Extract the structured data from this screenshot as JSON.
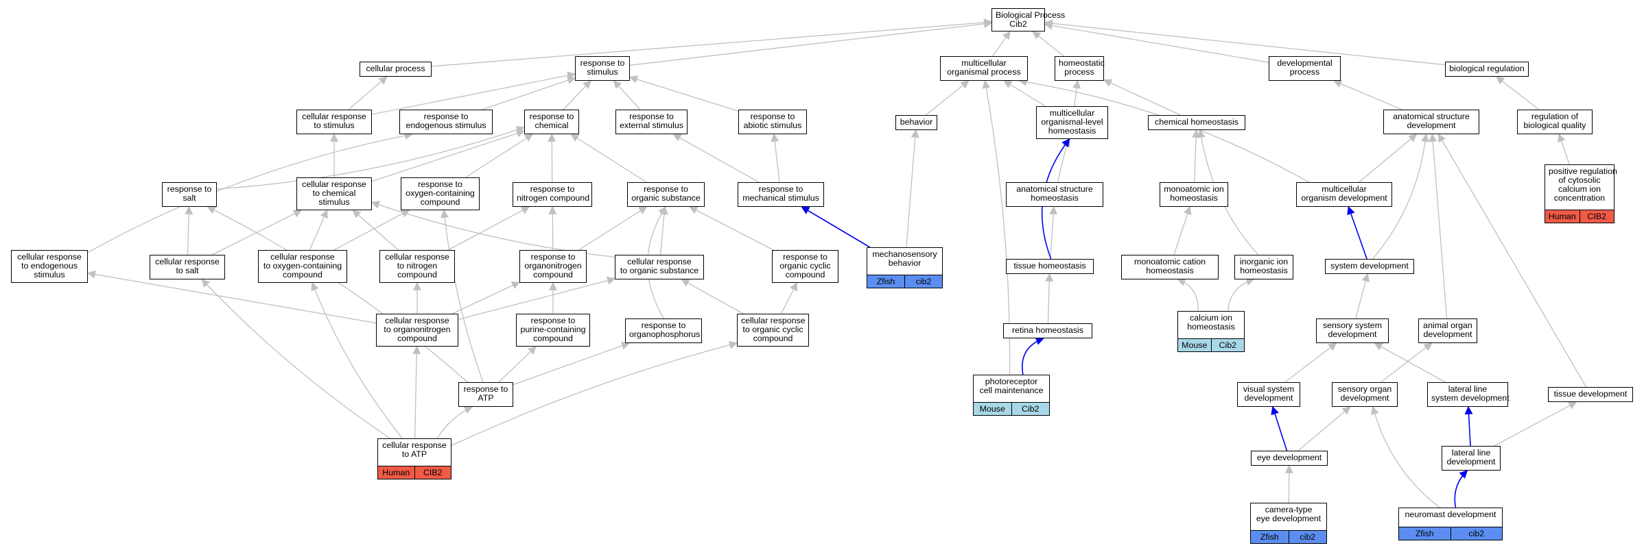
{
  "nodes": {
    "biological_process": [
      "Biological Process",
      "Cib2"
    ],
    "cellular_process": [
      "cellular process"
    ],
    "response_to_stimulus": [
      "response to",
      "stimulus"
    ],
    "multicellular_organismal_process": [
      "multicellular",
      "organismal process"
    ],
    "homeostatic_process": [
      "homeostatic",
      "process"
    ],
    "developmental_process": [
      "developmental",
      "process"
    ],
    "biological_regulation": [
      "biological regulation"
    ],
    "cellular_response_to_stimulus": [
      "cellular response",
      "to stimulus"
    ],
    "response_to_endogenous_stimulus": [
      "response to",
      "endogenous stimulus"
    ],
    "response_to_chemical": [
      "response to",
      "chemical"
    ],
    "response_to_external_stimulus": [
      "response to",
      "external stimulus"
    ],
    "response_to_abiotic_stimulus": [
      "response to",
      "abiotic stimulus"
    ],
    "behavior": [
      "behavior"
    ],
    "multicellular_organismal_level_homeostasis": [
      "multicellular",
      "organismal-level",
      "homeostasis"
    ],
    "chemical_homeostasis": [
      "chemical homeostasis"
    ],
    "anatomical_structure_development": [
      "anatomical structure",
      "development"
    ],
    "regulation_of_biological_quality": [
      "regulation of",
      "biological quality"
    ],
    "response_to_salt": [
      "response to",
      "salt"
    ],
    "cellular_response_to_chemical_stimulus": [
      "cellular response",
      "to chemical",
      "stimulus"
    ],
    "response_to_oxygen_containing_compound": [
      "response to",
      "oxygen-containing",
      "compound"
    ],
    "response_to_nitrogen_compound": [
      "response to",
      "nitrogen compound"
    ],
    "response_to_organic_substance": [
      "response to",
      "organic substance"
    ],
    "response_to_mechanical_stimulus": [
      "response to",
      "mechanical stimulus"
    ],
    "anatomical_structure_homeostasis": [
      "anatomical structure",
      "homeostasis"
    ],
    "monoatomic_ion_homeostasis": [
      "monoatomic ion",
      "homeostasis"
    ],
    "multicellular_organism_development": [
      "multicellular",
      "organism development"
    ],
    "positive_regulation_cytosolic_calcium": [
      "positive regulation",
      "of cytosolic",
      "calcium ion",
      "concentration"
    ],
    "cellular_response_to_endogenous_stimulus": [
      "cellular response",
      "to endogenous",
      "stimulus"
    ],
    "cellular_response_to_salt": [
      "cellular response",
      "to salt"
    ],
    "cellular_response_to_oxygen_containing_compound": [
      "cellular response",
      "to oxygen-containing",
      "compound"
    ],
    "cellular_response_to_nitrogen_compound": [
      "cellular response",
      "to nitrogen",
      "compound"
    ],
    "response_to_organonitrogen_compound": [
      "response to",
      "organonitrogen",
      "compound"
    ],
    "cellular_response_to_organic_substance": [
      "cellular response",
      "to organic substance"
    ],
    "response_to_organic_cyclic_compound": [
      "response to",
      "organic cyclic",
      "compound"
    ],
    "mechanosensory_behavior": [
      "mechanosensory",
      "behavior"
    ],
    "tissue_homeostasis": [
      "tissue homeostasis"
    ],
    "monoatomic_cation_homeostasis": [
      "monoatomic cation",
      "homeostasis"
    ],
    "inorganic_ion_homeostasis": [
      "inorganic ion",
      "homeostasis"
    ],
    "system_development": [
      "system development"
    ],
    "cellular_response_to_organonitrogen_compound": [
      "cellular response",
      "to organonitrogen",
      "compound"
    ],
    "response_to_purine_containing_compound": [
      "response to",
      "purine-containing",
      "compound"
    ],
    "response_to_organophosphorus": [
      "response to",
      "organophosphorus"
    ],
    "cellular_response_to_organic_cyclic_compound": [
      "cellular response",
      "to organic cyclic",
      "compound"
    ],
    "calcium_ion_homeostasis": [
      "calcium ion",
      "homeostasis"
    ],
    "retina_homeostasis": [
      "retina homeostasis"
    ],
    "sensory_system_development": [
      "sensory system",
      "development"
    ],
    "animal_organ_development": [
      "animal organ",
      "development"
    ],
    "response_to_atp": [
      "response to",
      "ATP"
    ],
    "photoreceptor_cell_maintenance": [
      "photoreceptor",
      "cell maintenance"
    ],
    "visual_system_development": [
      "visual system",
      "development"
    ],
    "sensory_organ_development": [
      "sensory organ",
      "development"
    ],
    "lateral_line_system_development": [
      "lateral line",
      "system development"
    ],
    "tissue_development": [
      "tissue development"
    ],
    "cellular_response_to_atp": [
      "cellular response",
      "to ATP"
    ],
    "eye_development": [
      "eye development"
    ],
    "lateral_line_development": [
      "lateral line",
      "development"
    ],
    "camera_type_eye_development": [
      "camera-type",
      "eye development"
    ],
    "neuromast_development": [
      "neuromast development"
    ]
  },
  "annotations": {
    "positive_regulation_cytosolic_calcium": [
      "Human",
      "CIB2"
    ],
    "mechanosensory_behavior": [
      "Zfish",
      "cib2"
    ],
    "calcium_ion_homeostasis": [
      "Mouse",
      "Cib2"
    ],
    "photoreceptor_cell_maintenance": [
      "Mouse",
      "Cib2"
    ],
    "cellular_response_to_atp": [
      "Human",
      "CIB2"
    ],
    "camera_type_eye_development": [
      "Zfish",
      "cib2"
    ],
    "neuromast_development": [
      "Zfish",
      "cib2"
    ]
  },
  "species_colors": {
    "Human": "#f05a46",
    "Mouse": "#a8d8e8",
    "Zfish": "#5b8ef0"
  },
  "edge_colors": {
    "is_a": "#c0c0c0",
    "annotation_path": "#0000ee"
  }
}
